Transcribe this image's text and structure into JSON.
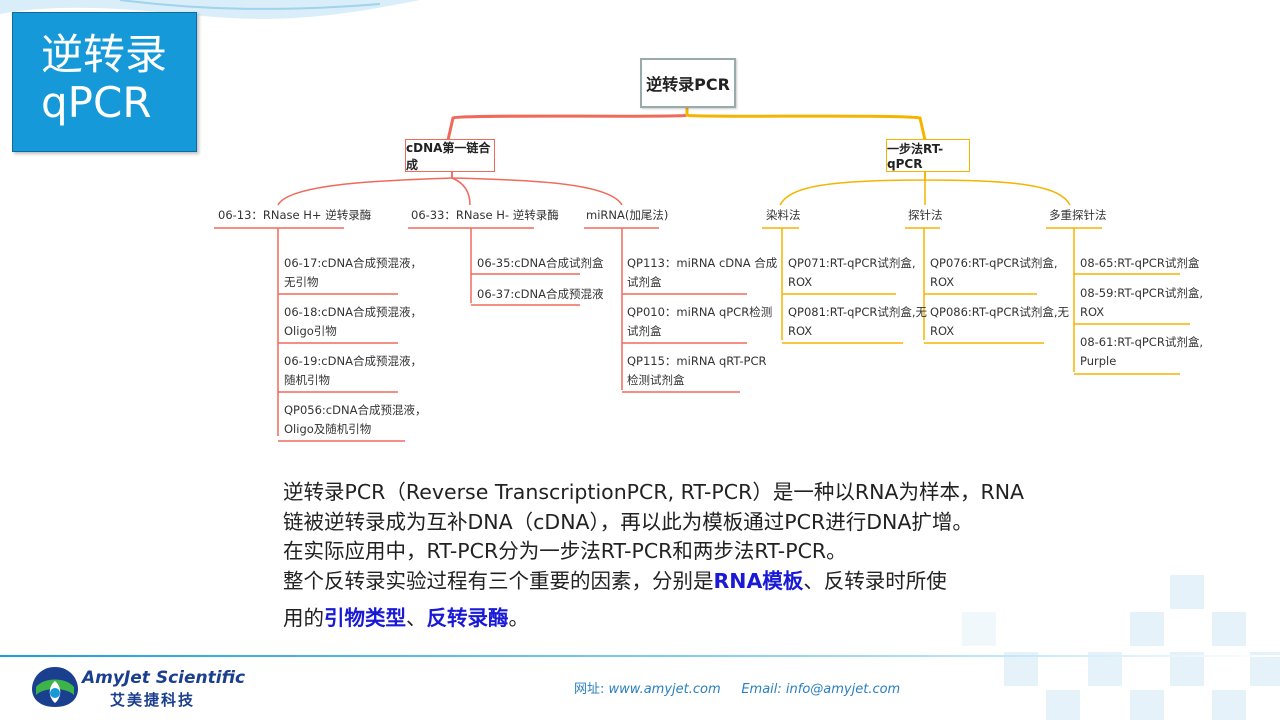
{
  "slide": {
    "title_line1": "逆转录",
    "title_line2": "qPCR"
  },
  "mindmap": {
    "root": "逆转录PCR",
    "branch_left": "cDNA第一链合成",
    "branch_right": "一步法RT-qPCR",
    "groups": [
      {
        "label": "06-13：RNase H+ 逆转录酶",
        "items": [
          "06-17:cDNA合成预混液，\n无引物",
          "06-18:cDNA合成预混液，\nOligo引物",
          "06-19:cDNA合成预混液，\n随机引物",
          "QP056:cDNA合成预混液，\nOligo及随机引物"
        ]
      },
      {
        "label": "06-33：RNase H- 逆转录酶",
        "items": [
          "06-35:cDNA合成试剂盒",
          "06-37:cDNA合成预混液"
        ]
      },
      {
        "label": "miRNA(加尾法)",
        "items": [
          "QP113：miRNA cDNA 合成\n试剂盒",
          "QP010：miRNA qPCR检测\n试剂盒",
          "QP115：miRNA qRT-PCR\n检测试剂盒"
        ]
      },
      {
        "label": "染料法",
        "items": [
          "QP071:RT-qPCR试剂盒,\nROX",
          "QP081:RT-qPCR试剂盒,无\nROX"
        ]
      },
      {
        "label": "探针法",
        "items": [
          "QP076:RT-qPCR试剂盒,\nROX",
          "QP086:RT-qPCR试剂盒,无\nROX"
        ]
      },
      {
        "label": "多重探针法",
        "items": [
          "08-65:RT-qPCR试剂盒",
          "08-59:RT-qPCR试剂盒,\nROX",
          "08-61:RT-qPCR试剂盒,\nPurple"
        ]
      }
    ]
  },
  "paragraph": {
    "line1": "逆转录PCR（Reverse TranscriptionPCR, RT-PCR）是一种以RNA为样本，RNA",
    "line2": "链被逆转录成为互补DNA（cDNA），再以此为模板通过PCR进行DNA扩增。",
    "line3": "在实际应用中，RT-PCR分为一步法RT-PCR和两步法RT-PCR。",
    "line4_a": "整个反转录实验过程有三个重要的因素，分别是",
    "line4_hl": "RNA模板",
    "line4_b": "、反转录时所使",
    "line5_a": "用的",
    "line5_hl1": "引物类型",
    "line5_sep": "、",
    "line5_hl2": "反转录酶",
    "line5_end": "。"
  },
  "footer": {
    "logo_en": "AmyJet Scientific",
    "logo_cn": "艾美捷科技",
    "url_label": "网址: ",
    "url": "www.amyjet.com",
    "email_label": "Email: ",
    "email": "info@amyjet.com"
  },
  "colors": {
    "accent_blue": "#1699d8",
    "red_branch": "#f06a5c",
    "orange_branch": "#f5b400",
    "highlight": "#1a1ad6"
  }
}
